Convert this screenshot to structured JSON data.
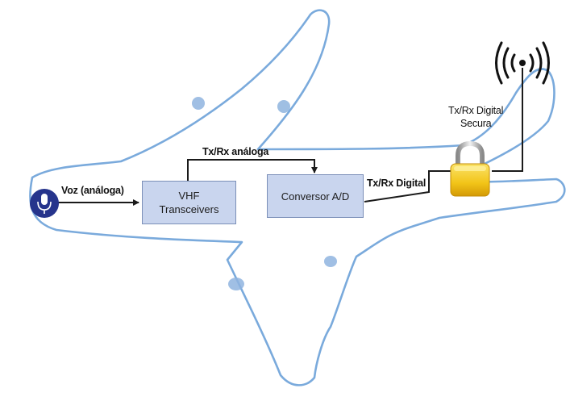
{
  "diagram": {
    "mic_label": "Voz (análoga)",
    "vhf_box": {
      "line1": "VHF",
      "line2": "Transceivers"
    },
    "analog_label": "Tx/Rx análoga",
    "converter_box": "Conversor A/D",
    "digital_label": "Tx/Rx Digital",
    "secure_label": {
      "line1": "Tx/Rx Digital",
      "line2": "Secura"
    },
    "colors": {
      "airplane_outline": "#7aaadc",
      "window_blobs": "#8fb4df",
      "box_fill": "#c9d5ee",
      "box_border": "#7b8fb8",
      "mic_circle": "#26348c",
      "lock_body": "#f2c418",
      "connector": "#1a1a1a"
    },
    "icons": [
      "microphone-icon",
      "padlock-icon",
      "antenna-icon"
    ]
  }
}
